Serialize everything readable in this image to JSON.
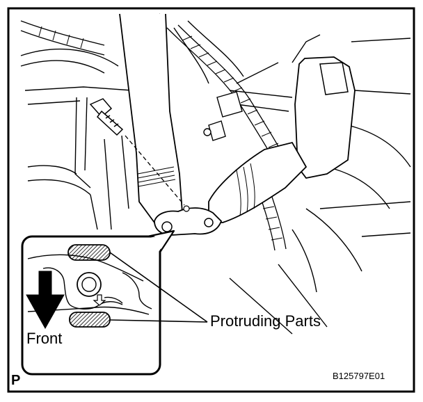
{
  "labels": {
    "protruding_parts": "Protruding Parts",
    "front": "Front",
    "corner_letter": "P",
    "figure_code": "B125797E01"
  },
  "colors": {
    "line": "#000000",
    "background": "#ffffff",
    "hatch": "#000000"
  },
  "icons": {
    "front_arrow": "down-arrow-icon",
    "small_arrow": "down-arrow-outline-icon"
  }
}
